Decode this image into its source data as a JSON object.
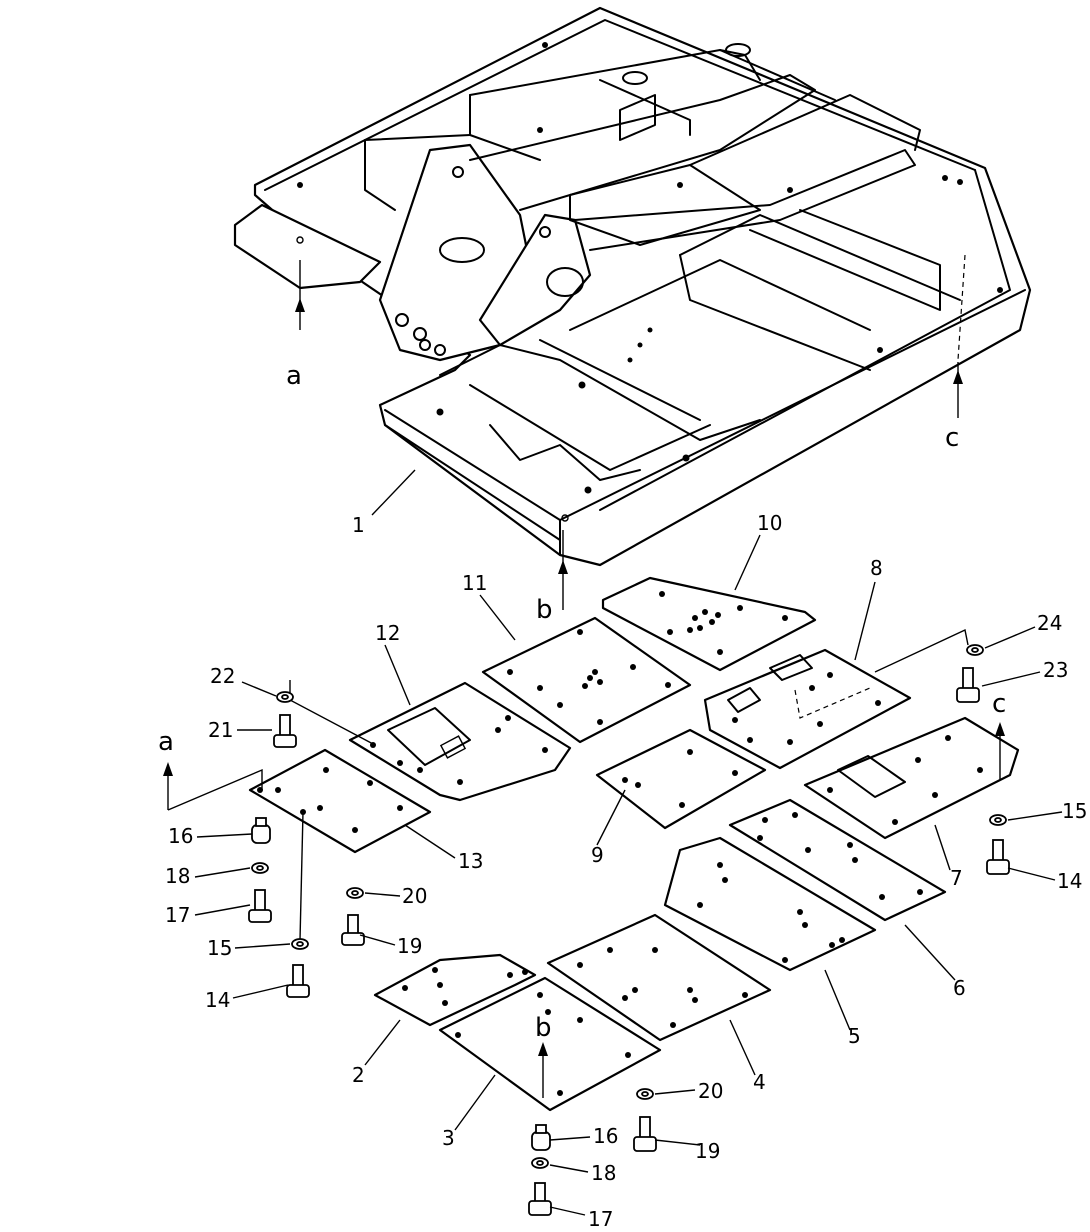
{
  "diagram": {
    "callouts": {
      "n1": "1",
      "n2": "2",
      "n3": "3",
      "n4": "4",
      "n5": "5",
      "n6": "6",
      "n7": "7",
      "n8": "8",
      "n9": "9",
      "n10": "10",
      "n11": "11",
      "n12": "12",
      "n13": "13",
      "n14a": "14",
      "n14b": "14",
      "n15a": "15",
      "n15b": "15",
      "n16a": "16",
      "n16b": "16",
      "n17a": "17",
      "n17b": "17",
      "n18a": "18",
      "n18b": "18",
      "n19a": "19",
      "n19b": "19",
      "n20a": "20",
      "n20b": "20",
      "n21": "21",
      "n22": "22",
      "n23": "23",
      "n24": "24"
    },
    "reference_marks": {
      "a_top": "a",
      "a_bottom": "a",
      "b_top": "b",
      "b_bottom": "b",
      "c_top": "c",
      "c_bottom": "c"
    }
  }
}
